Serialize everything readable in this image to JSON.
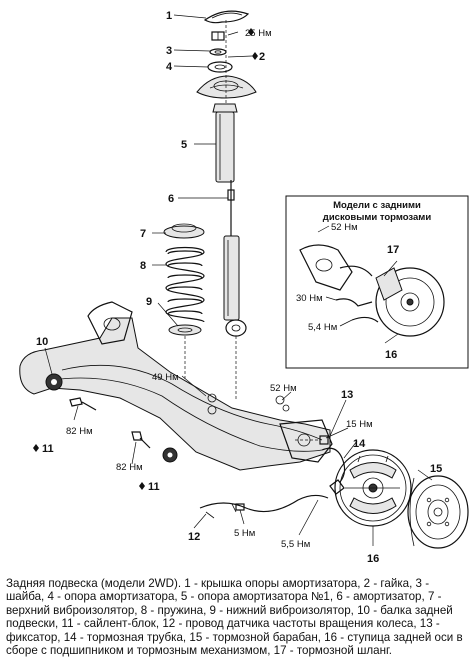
{
  "labels": {
    "l1": "1",
    "l2": "2",
    "l3": "3",
    "l4": "4",
    "l5": "5",
    "l6": "6",
    "l7": "7",
    "l8": "8",
    "l9": "9",
    "l10": "10",
    "l11a": "11",
    "l11b": "11",
    "l12": "12",
    "l13": "13",
    "l14": "14",
    "l15": "15",
    "l16a": "16",
    "l16b": "16",
    "l17": "17"
  },
  "torques": {
    "t25": "25 Нм",
    "t49": "49 Нм",
    "t52a": "52 Нм",
    "t52b": "52 Нм",
    "t15": "15 Нм",
    "t82a": "82 Нм",
    "t82b": "82 Нм",
    "t5": "5 Нм",
    "t55a": "5,5 Нм",
    "t30": "30 Нм",
    "t54": "5,4 Нм"
  },
  "insert": {
    "title_line1": "Модели с задними",
    "title_line2": "дисковыми тормозами"
  },
  "caption": {
    "text": "Задняя подвеска (модели 2WD). 1 - крышка опоры амортизатора, 2 - гайка, 3 - шайба, 4 - опора амортизатора, 5 - опора амортизатора №1, 6 - амортизатор, 7 - верхний виброизолятор, 8 - пружина, 9 - нижний виброизолятор, 10 - балка задней подвески, 11 - сайлент-блок, 12 - провод датчика частоты вращения колеса, 13 - фиксатор, 14 - тормозная трубка, 15 - тормозной барабан, 16 - ступица задней оси в сборе с подшипником и тормозным механизмом, 17 - тормозной шланг."
  },
  "symbols": {
    "key_part_marker": "diamond",
    "bullet": "◆"
  }
}
